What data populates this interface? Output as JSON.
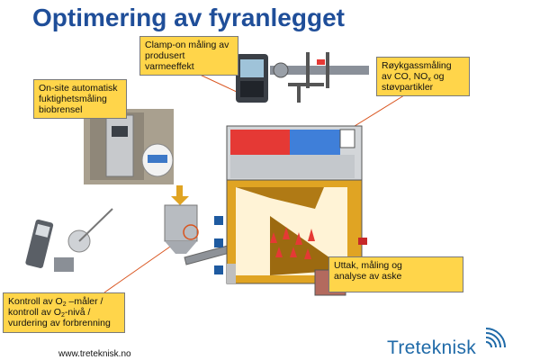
{
  "title": "Optimering av fyranlegget",
  "callouts": {
    "clamp_on": {
      "lines": [
        "Clamp-on måling av",
        "produsert",
        "varmeeffekt"
      ]
    },
    "royk": {
      "line1": "Røykgassmåling",
      "line2_pre": "av CO, NO",
      "line2_sub": "x",
      "line2_post": " og",
      "line3": "støvpartikler"
    },
    "fukt": {
      "lines": [
        "On-site automatisk",
        "fuktighetsmåling",
        "biobrensel"
      ]
    },
    "aske": {
      "lines": [
        "Uttak, måling og",
        "analyse av aske"
      ]
    },
    "kontroll": {
      "l1_pre": "Kontroll av O",
      "l1_sub": "2",
      "l1_post": " –måler /",
      "l2_pre": "kontroll av O",
      "l2_sub": "2",
      "l2_post": "-nivå  /",
      "l3": "vurdering av forbrenning"
    }
  },
  "footer": {
    "url": "www.treteknisk.no",
    "brand": "Treteknisk"
  },
  "colors": {
    "title": "#1f4e99",
    "callout_bg": "#ffd54a",
    "leader": "#d9541e",
    "hot": "#e53935",
    "cold": "#3f7fd9",
    "brand": "#1f6aa8"
  }
}
